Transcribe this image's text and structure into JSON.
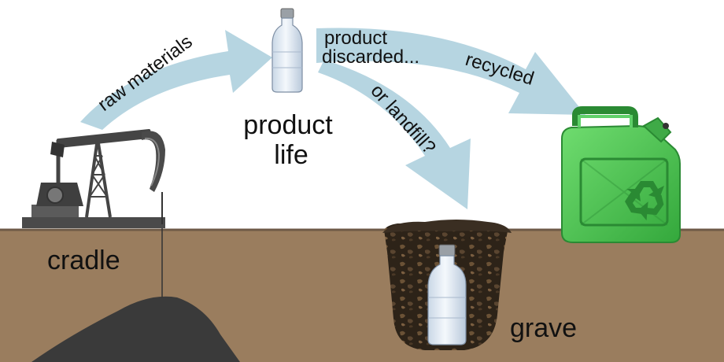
{
  "labels": {
    "raw_materials": "raw materials",
    "product_life_line1": "product",
    "product_life_line2": "life",
    "product_discarded_line1": "product",
    "product_discarded_line2": "discarded...",
    "recycled": "recycled",
    "or_landfill": "or landfill?",
    "cradle": "cradle",
    "grave": "grave"
  },
  "icons": {
    "pump": "oil-pump-jack-icon",
    "bottle": "plastic-bottle-icon",
    "buried_bottle": "plastic-bottle-icon",
    "canister": "recycled-jerrycan-icon",
    "recycle_symbol": "recycle-icon",
    "oil_deposit": "oil-deposit-icon"
  },
  "colors": {
    "arrow": "#b6d5e1",
    "ground": "#9a7d5e",
    "ground_line": "#7a6450",
    "oil": "#3a3a3a",
    "pit": "#2d2318",
    "canister": "#4bc152",
    "canister_dark": "#2a8a33",
    "bottle": "#dfe9f3",
    "bottle_cap": "#9aa0a6"
  }
}
